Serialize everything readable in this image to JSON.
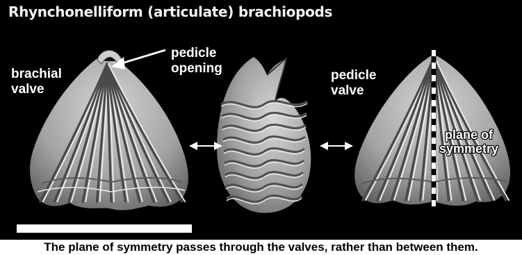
{
  "title": "Rhynchonelliform (articulate) brachiopods",
  "labels": {
    "brachial_valve": [
      "brachial",
      "valve"
    ],
    "pedicle_opening": [
      "pedicle",
      "opening"
    ],
    "pedicle_valve": [
      "pedicle",
      "valve"
    ],
    "plane_of_symmetry": [
      "plane of",
      "symmetry"
    ]
  },
  "caption": "The plane of symmetry passes through the valves, rather than between them.",
  "colors": {
    "background": "#000000",
    "shell": "#9a9a9a",
    "rib_light": "#e6e6e6",
    "rib_dark": "#4a4a4a",
    "text": "#ffffff",
    "caption_background": "#ffffff"
  }
}
